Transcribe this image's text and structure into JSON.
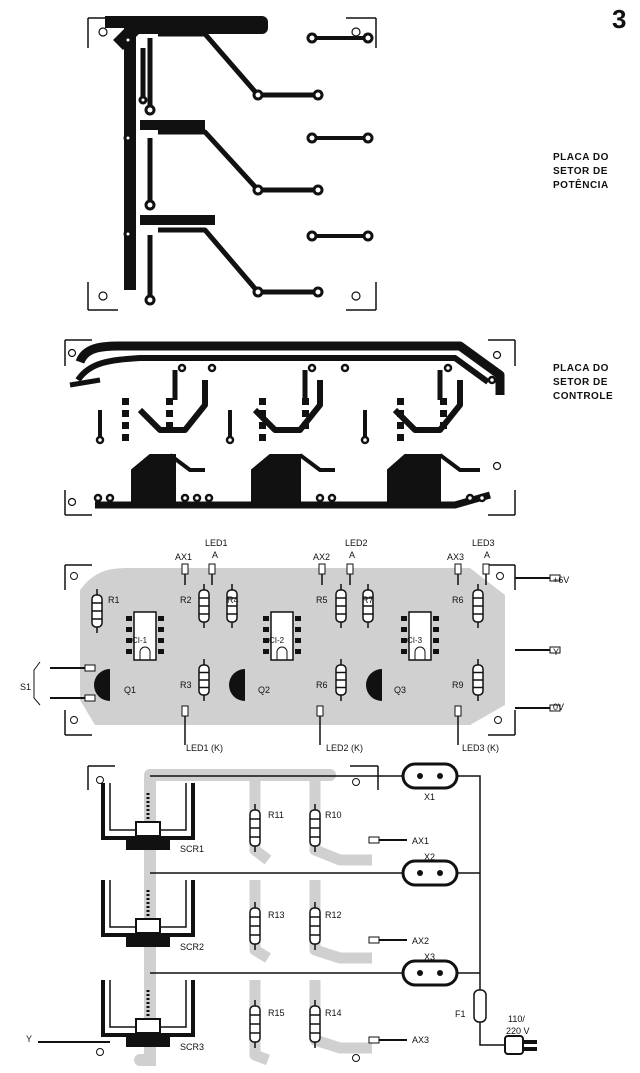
{
  "page": {
    "number": "3"
  },
  "captions": {
    "potencia": [
      "PLACA DO",
      "SETOR DE",
      "POTÊNCIA"
    ],
    "controle": [
      "PLACA DO",
      "SETOR DE",
      "CONTROLE"
    ]
  },
  "control_layout": {
    "resistors": [
      "R1",
      "R2",
      "R3",
      "R4",
      "R5",
      "R6",
      "R7",
      "R6",
      "R9"
    ],
    "ics": [
      "CI-1",
      "CI-2",
      "CI-3"
    ],
    "transistors": [
      "Q1",
      "Q2",
      "Q3"
    ],
    "led_labels": [
      "LED1",
      "LED2",
      "LED3"
    ],
    "anode_labels": [
      "A",
      "A",
      "A"
    ],
    "ax_labels": [
      "AX1",
      "AX2",
      "AX3"
    ],
    "cathode_labels": [
      "LED1 (K)",
      "LED2 (K)",
      "LED3 (K)"
    ],
    "switch_label": "S1",
    "terminals": [
      "+6V",
      "Y",
      "0V"
    ]
  },
  "power_layout": {
    "scr_labels": [
      "SCR1",
      "SCR2",
      "SCR3"
    ],
    "resistors": [
      "R11",
      "R10",
      "R13",
      "R12",
      "R15",
      "R14"
    ],
    "ax_labels": [
      "AX1",
      "AX2",
      "AX3"
    ],
    "sockets": [
      "X1",
      "X2",
      "X3"
    ],
    "fuse": "F1",
    "mains": [
      "110/",
      "220 V"
    ],
    "y_label": "Y"
  },
  "colors": {
    "trace": "#111111",
    "board": "#d0d0d0",
    "paper": "#ffffff"
  }
}
